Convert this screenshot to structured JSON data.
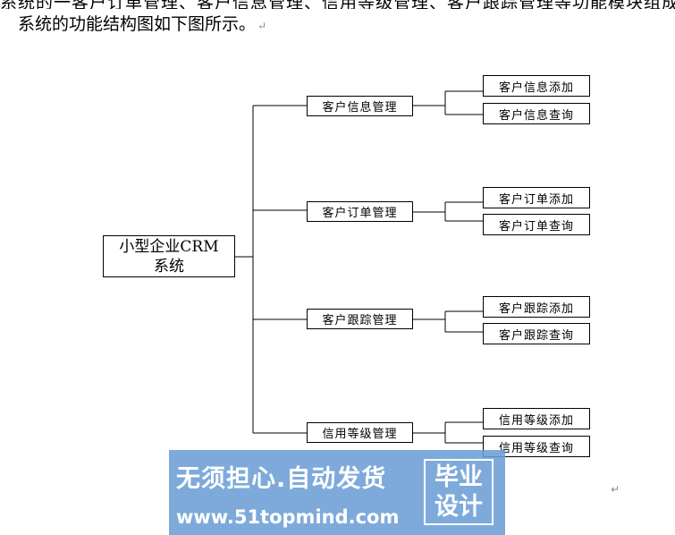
{
  "document": {
    "cut_line": "系统的一客户订单管理、客户信息管理、信用等级管理、客户跟踪管理等功能模块组成，管理",
    "intro": "系统的功能结构图如下图所示。",
    "para_mark": "↵"
  },
  "diagram": {
    "root": {
      "line1": "小型企业CRM",
      "line2": "系统"
    },
    "modules": [
      {
        "label": "客户信息管理",
        "children": [
          "客户信息添加",
          "客户信息查询"
        ]
      },
      {
        "label": "客户订单管理",
        "children": [
          "客户订单添加",
          "客户订单查询"
        ]
      },
      {
        "label": "客户跟踪管理",
        "children": [
          "客户跟踪添加",
          "客户跟踪查询"
        ]
      },
      {
        "label": "信用等级管理",
        "children": [
          "信用等级添加",
          "信用等级查询"
        ]
      }
    ]
  },
  "watermark": {
    "slogan": "无须担心.自动发货",
    "url": "www.51topmind.com",
    "badge_line1": "毕业",
    "badge_line2": "设计",
    "color": "#6c9ed6"
  }
}
